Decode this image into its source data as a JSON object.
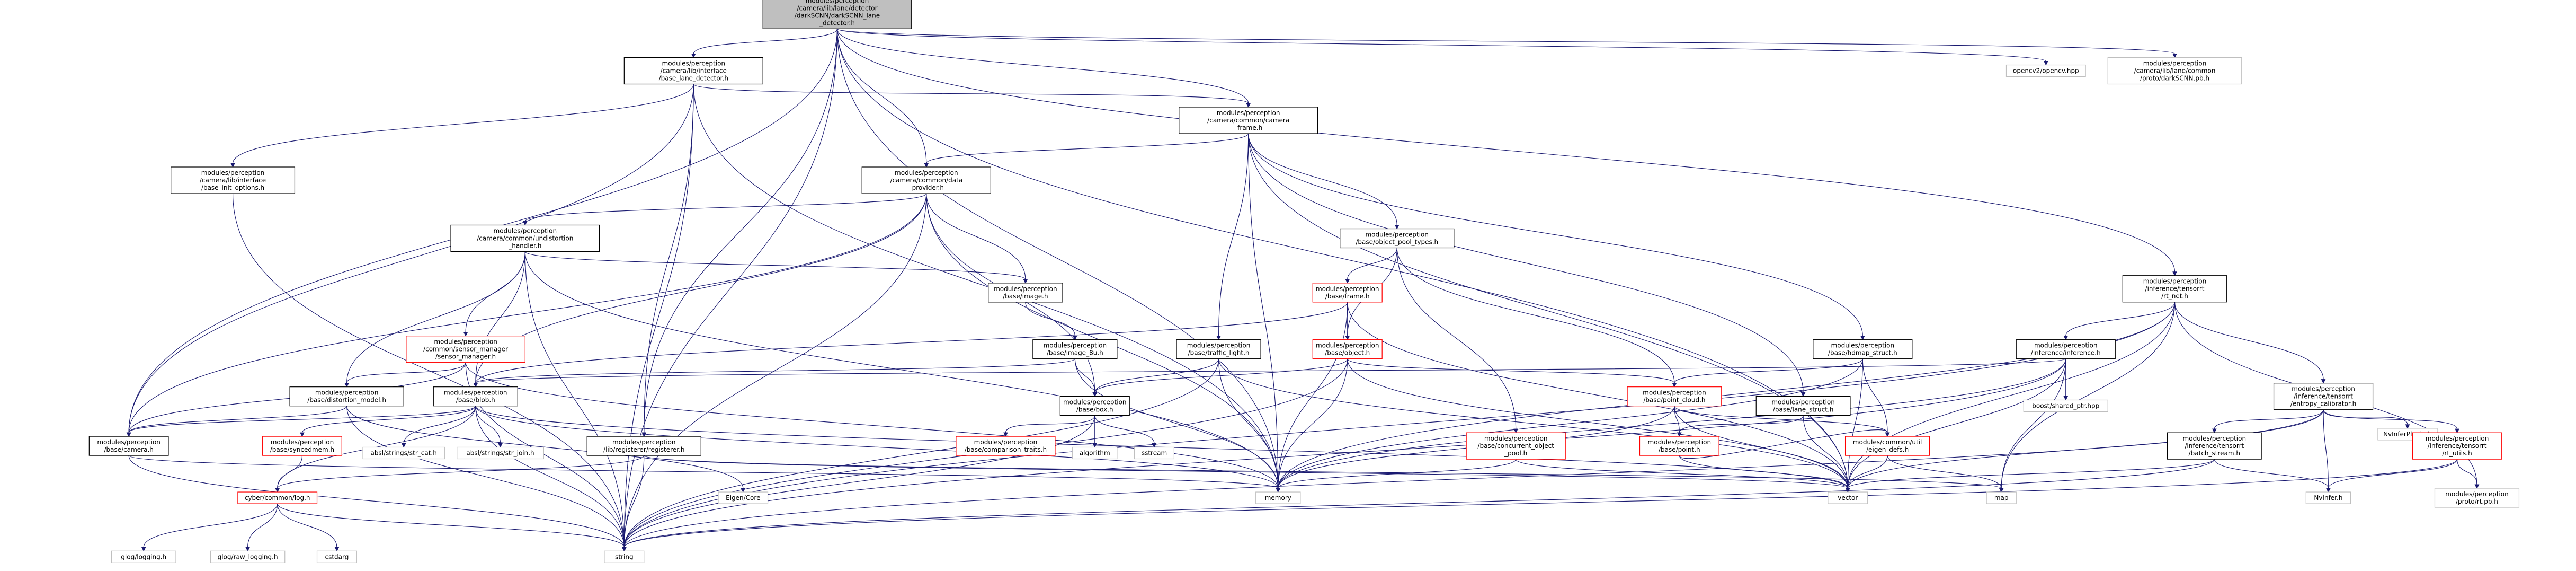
{
  "colors": {
    "edge": "#191970",
    "root_fill": "#bfbfbf",
    "box_border_normal": "#000000",
    "box_border_red": "#ff0000",
    "box_border_grey": "#bfbfbf",
    "text": "#000000"
  },
  "nodes": [
    {
      "id": "root",
      "lines": [
        "modules/perception",
        "/camera/lib/lane/detector",
        "/darkSCNN/darkSCNN_lane",
        "_detector.h"
      ],
      "style": "root"
    },
    {
      "id": "base_lane_detector",
      "lines": [
        "modules/perception",
        "/camera/lib/interface",
        "/base_lane_detector.h"
      ],
      "style": "normal"
    },
    {
      "id": "camera_frame",
      "lines": [
        "modules/perception",
        "/camera/common/camera",
        "_frame.h"
      ],
      "style": "normal"
    },
    {
      "id": "opencv",
      "lines": [
        "opencv2/opencv.hpp"
      ],
      "style": "grey"
    },
    {
      "id": "darkscnn_pb",
      "lines": [
        "modules/perception",
        "/camera/lib/lane/common",
        "/proto/darkSCNN.pb.h"
      ],
      "style": "grey"
    },
    {
      "id": "base_init_options",
      "lines": [
        "modules/perception",
        "/camera/lib/interface",
        "/base_init_options.h"
      ],
      "style": "normal"
    },
    {
      "id": "data_provider",
      "lines": [
        "modules/perception",
        "/camera/common/data",
        "_provider.h"
      ],
      "style": "normal"
    },
    {
      "id": "undistortion",
      "lines": [
        "modules/perception",
        "/camera/common/undistortion",
        "_handler.h"
      ],
      "style": "normal"
    },
    {
      "id": "object_pool_types",
      "lines": [
        "modules/perception",
        "/base/object_pool_types.h"
      ],
      "style": "normal"
    },
    {
      "id": "rt_net",
      "lines": [
        "modules/perception",
        "/inference/tensorrt",
        "/rt_net.h"
      ],
      "style": "normal"
    },
    {
      "id": "frame",
      "lines": [
        "modules/perception",
        "/base/frame.h"
      ],
      "style": "red"
    },
    {
      "id": "image",
      "lines": [
        "modules/perception",
        "/base/image.h"
      ],
      "style": "normal"
    },
    {
      "id": "sensor_manager",
      "lines": [
        "modules/perception",
        "/common/sensor_manager",
        "/sensor_manager.h"
      ],
      "style": "red"
    },
    {
      "id": "object",
      "lines": [
        "modules/perception",
        "/base/object.h"
      ],
      "style": "red"
    },
    {
      "id": "image_8u",
      "lines": [
        "modules/perception",
        "/base/image_8u.h"
      ],
      "style": "normal"
    },
    {
      "id": "traffic_light",
      "lines": [
        "modules/perception",
        "/base/traffic_light.h"
      ],
      "style": "normal"
    },
    {
      "id": "hdmap_struct",
      "lines": [
        "modules/perception",
        "/base/hdmap_struct.h"
      ],
      "style": "normal"
    },
    {
      "id": "inference",
      "lines": [
        "modules/perception",
        "/inference/inference.h"
      ],
      "style": "normal"
    },
    {
      "id": "entropy_calibrator",
      "lines": [
        "modules/perception",
        "/inference/tensorrt",
        "/entropy_calibrator.h"
      ],
      "style": "normal"
    },
    {
      "id": "distortion_model",
      "lines": [
        "modules/perception",
        "/base/distortion_model.h"
      ],
      "style": "normal"
    },
    {
      "id": "blob",
      "lines": [
        "modules/perception",
        "/base/blob.h"
      ],
      "style": "normal"
    },
    {
      "id": "point_cloud",
      "lines": [
        "modules/perception",
        "/base/point_cloud.h"
      ],
      "style": "red"
    },
    {
      "id": "lane_struct",
      "lines": [
        "modules/perception",
        "/base/lane_struct.h"
      ],
      "style": "normal"
    },
    {
      "id": "box",
      "lines": [
        "modules/perception",
        "/base/box.h"
      ],
      "style": "normal"
    },
    {
      "id": "boost_shared",
      "lines": [
        "boost/shared_ptr.hpp"
      ],
      "style": "grey"
    },
    {
      "id": "nvinferplugin",
      "lines": [
        "NvInferPlugin.h"
      ],
      "style": "grey"
    },
    {
      "id": "camera",
      "lines": [
        "modules/perception",
        "/base/camera.h"
      ],
      "style": "normal"
    },
    {
      "id": "syncedmem",
      "lines": [
        "modules/perception",
        "/base/syncedmem.h"
      ],
      "style": "red"
    },
    {
      "id": "str_cat",
      "lines": [
        "absl/strings/str_cat.h"
      ],
      "style": "grey"
    },
    {
      "id": "str_join",
      "lines": [
        "absl/strings/str_join.h"
      ],
      "style": "grey"
    },
    {
      "id": "registerer",
      "lines": [
        "modules/perception",
        "/lib/registerer/registerer.h"
      ],
      "style": "normal"
    },
    {
      "id": "comparison_traits",
      "lines": [
        "modules/perception",
        "/base/comparison_traits.h"
      ],
      "style": "red"
    },
    {
      "id": "algorithm",
      "lines": [
        "algorithm"
      ],
      "style": "grey"
    },
    {
      "id": "sstream",
      "lines": [
        "sstream"
      ],
      "style": "grey"
    },
    {
      "id": "concurrent_pool",
      "lines": [
        "modules/perception",
        "/base/concurrent_object",
        "_pool.h"
      ],
      "style": "red"
    },
    {
      "id": "point",
      "lines": [
        "modules/perception",
        "/base/point.h"
      ],
      "style": "red"
    },
    {
      "id": "eigen_defs",
      "lines": [
        "modules/common/util",
        "/eigen_defs.h"
      ],
      "style": "red"
    },
    {
      "id": "batch_stream",
      "lines": [
        "modules/perception",
        "/inference/tensorrt",
        "/batch_stream.h"
      ],
      "style": "normal"
    },
    {
      "id": "rt_utils",
      "lines": [
        "modules/perception",
        "/inference/tensorrt",
        "/rt_utils.h"
      ],
      "style": "red"
    },
    {
      "id": "log",
      "lines": [
        "cyber/common/log.h"
      ],
      "style": "red"
    },
    {
      "id": "eigen_core",
      "lines": [
        "Eigen/Core"
      ],
      "style": "grey"
    },
    {
      "id": "memory",
      "lines": [
        "memory"
      ],
      "style": "grey"
    },
    {
      "id": "vector",
      "lines": [
        "vector"
      ],
      "style": "grey"
    },
    {
      "id": "map",
      "lines": [
        "map"
      ],
      "style": "grey"
    },
    {
      "id": "nvinfer",
      "lines": [
        "NvInfer.h"
      ],
      "style": "grey"
    },
    {
      "id": "proto_pb",
      "lines": [
        "modules/perception",
        "/proto/rt.pb.h"
      ],
      "style": "grey"
    },
    {
      "id": "glog_logging",
      "lines": [
        "glog/logging.h"
      ],
      "style": "grey"
    },
    {
      "id": "glog_raw_logging",
      "lines": [
        "glog/raw_logging.h"
      ],
      "style": "grey"
    },
    {
      "id": "cstdarg",
      "lines": [
        "cstdarg"
      ],
      "style": "grey"
    },
    {
      "id": "string",
      "lines": [
        "string"
      ],
      "style": "grey"
    }
  ],
  "edges": [
    [
      "root",
      "base_lane_detector"
    ],
    [
      "root",
      "camera_frame"
    ],
    [
      "root",
      "opencv"
    ],
    [
      "root",
      "darkscnn_pb"
    ],
    [
      "root",
      "data_provider"
    ],
    [
      "root",
      "rt_net"
    ],
    [
      "root",
      "camera"
    ],
    [
      "root",
      "registerer"
    ],
    [
      "root",
      "memory"
    ],
    [
      "root",
      "vector"
    ],
    [
      "root",
      "string"
    ],
    [
      "base_lane_detector",
      "base_init_options"
    ],
    [
      "base_lane_detector",
      "camera_frame"
    ],
    [
      "base_lane_detector",
      "camera"
    ],
    [
      "base_lane_detector",
      "registerer"
    ],
    [
      "base_lane_detector",
      "memory"
    ],
    [
      "base_lane_detector",
      "string"
    ],
    [
      "base_init_options",
      "string"
    ],
    [
      "camera_frame",
      "data_provider"
    ],
    [
      "camera_frame",
      "object_pool_types"
    ],
    [
      "camera_frame",
      "traffic_light"
    ],
    [
      "camera_frame",
      "hdmap_struct"
    ],
    [
      "camera_frame",
      "lane_struct"
    ],
    [
      "camera_frame",
      "memory"
    ],
    [
      "camera_frame",
      "vector"
    ],
    [
      "data_provider",
      "undistortion"
    ],
    [
      "data_provider",
      "image"
    ],
    [
      "data_provider",
      "blob"
    ],
    [
      "data_provider",
      "box"
    ],
    [
      "data_provider",
      "camera"
    ],
    [
      "data_provider",
      "memory"
    ],
    [
      "data_provider",
      "string"
    ],
    [
      "undistortion",
      "sensor_manager"
    ],
    [
      "undistortion",
      "distortion_model"
    ],
    [
      "undistortion",
      "image"
    ],
    [
      "undistortion",
      "blob"
    ],
    [
      "undistortion",
      "memory"
    ],
    [
      "undistortion",
      "string"
    ],
    [
      "object_pool_types",
      "frame"
    ],
    [
      "object_pool_types",
      "object"
    ],
    [
      "object_pool_types",
      "concurrent_pool"
    ],
    [
      "object_pool_types",
      "point_cloud"
    ],
    [
      "frame",
      "object"
    ],
    [
      "frame",
      "blob"
    ],
    [
      "frame",
      "memory"
    ],
    [
      "frame",
      "vector"
    ],
    [
      "image",
      "image_8u"
    ],
    [
      "image_8u",
      "blob"
    ],
    [
      "image_8u",
      "box"
    ],
    [
      "image_8u",
      "memory"
    ],
    [
      "sensor_manager",
      "distortion_model"
    ],
    [
      "sensor_manager",
      "camera"
    ],
    [
      "sensor_manager",
      "memory"
    ],
    [
      "sensor_manager",
      "string"
    ],
    [
      "object",
      "point_cloud"
    ],
    [
      "object",
      "box"
    ],
    [
      "object",
      "memory"
    ],
    [
      "object",
      "vector"
    ],
    [
      "object",
      "string"
    ],
    [
      "traffic_light",
      "box"
    ],
    [
      "traffic_light",
      "memory"
    ],
    [
      "traffic_light",
      "string"
    ],
    [
      "traffic_light",
      "vector"
    ],
    [
      "hdmap_struct",
      "point_cloud"
    ],
    [
      "hdmap_struct",
      "eigen_defs"
    ],
    [
      "hdmap_struct",
      "memory"
    ],
    [
      "hdmap_struct",
      "vector"
    ],
    [
      "rt_net",
      "inference"
    ],
    [
      "rt_net",
      "entropy_calibrator"
    ],
    [
      "rt_net",
      "proto_pb"
    ],
    [
      "rt_net",
      "map"
    ],
    [
      "rt_net",
      "memory"
    ],
    [
      "rt_net",
      "vector"
    ],
    [
      "rt_net",
      "string"
    ],
    [
      "inference",
      "blob"
    ],
    [
      "inference",
      "boost_shared"
    ],
    [
      "inference",
      "map"
    ],
    [
      "inference",
      "memory"
    ],
    [
      "inference",
      "vector"
    ],
    [
      "inference",
      "string"
    ],
    [
      "entropy_calibrator",
      "batch_stream"
    ],
    [
      "entropy_calibrator",
      "rt_utils"
    ],
    [
      "entropy_calibrator",
      "nvinferplugin"
    ],
    [
      "entropy_calibrator",
      "nvinfer"
    ],
    [
      "entropy_calibrator",
      "vector"
    ],
    [
      "entropy_calibrator",
      "string"
    ],
    [
      "distortion_model",
      "camera"
    ],
    [
      "distortion_model",
      "string"
    ],
    [
      "distortion_model",
      "eigen_core"
    ],
    [
      "blob",
      "syncedmem"
    ],
    [
      "blob",
      "str_cat"
    ],
    [
      "blob",
      "str_join"
    ],
    [
      "blob",
      "log"
    ],
    [
      "blob",
      "memory"
    ],
    [
      "blob",
      "vector"
    ],
    [
      "blob",
      "string"
    ],
    [
      "blob",
      "camera"
    ],
    [
      "point_cloud",
      "point"
    ],
    [
      "point_cloud",
      "eigen_defs"
    ],
    [
      "point_cloud",
      "memory"
    ],
    [
      "point_cloud",
      "vector"
    ],
    [
      "lane_struct",
      "point"
    ],
    [
      "lane_struct",
      "vector"
    ],
    [
      "box",
      "comparison_traits"
    ],
    [
      "box",
      "algorithm"
    ],
    [
      "box",
      "sstream"
    ],
    [
      "box",
      "string"
    ],
    [
      "camera",
      "memory"
    ],
    [
      "camera",
      "string"
    ],
    [
      "syncedmem",
      "log"
    ],
    [
      "registerer",
      "log"
    ],
    [
      "registerer",
      "map"
    ],
    [
      "registerer",
      "string"
    ],
    [
      "registerer",
      "vector"
    ],
    [
      "concurrent_pool",
      "memory"
    ],
    [
      "concurrent_pool",
      "vector"
    ],
    [
      "point",
      "vector"
    ],
    [
      "point",
      "eigen_defs"
    ],
    [
      "eigen_defs",
      "map"
    ],
    [
      "eigen_defs",
      "vector"
    ],
    [
      "batch_stream",
      "nvinfer"
    ],
    [
      "batch_stream",
      "string"
    ],
    [
      "batch_stream",
      "vector"
    ],
    [
      "rt_utils",
      "nvinfer"
    ],
    [
      "rt_utils",
      "proto_pb"
    ],
    [
      "rt_utils",
      "string"
    ],
    [
      "log",
      "glog_logging"
    ],
    [
      "log",
      "glog_raw_logging"
    ],
    [
      "log",
      "cstdarg"
    ],
    [
      "log",
      "string"
    ]
  ]
}
